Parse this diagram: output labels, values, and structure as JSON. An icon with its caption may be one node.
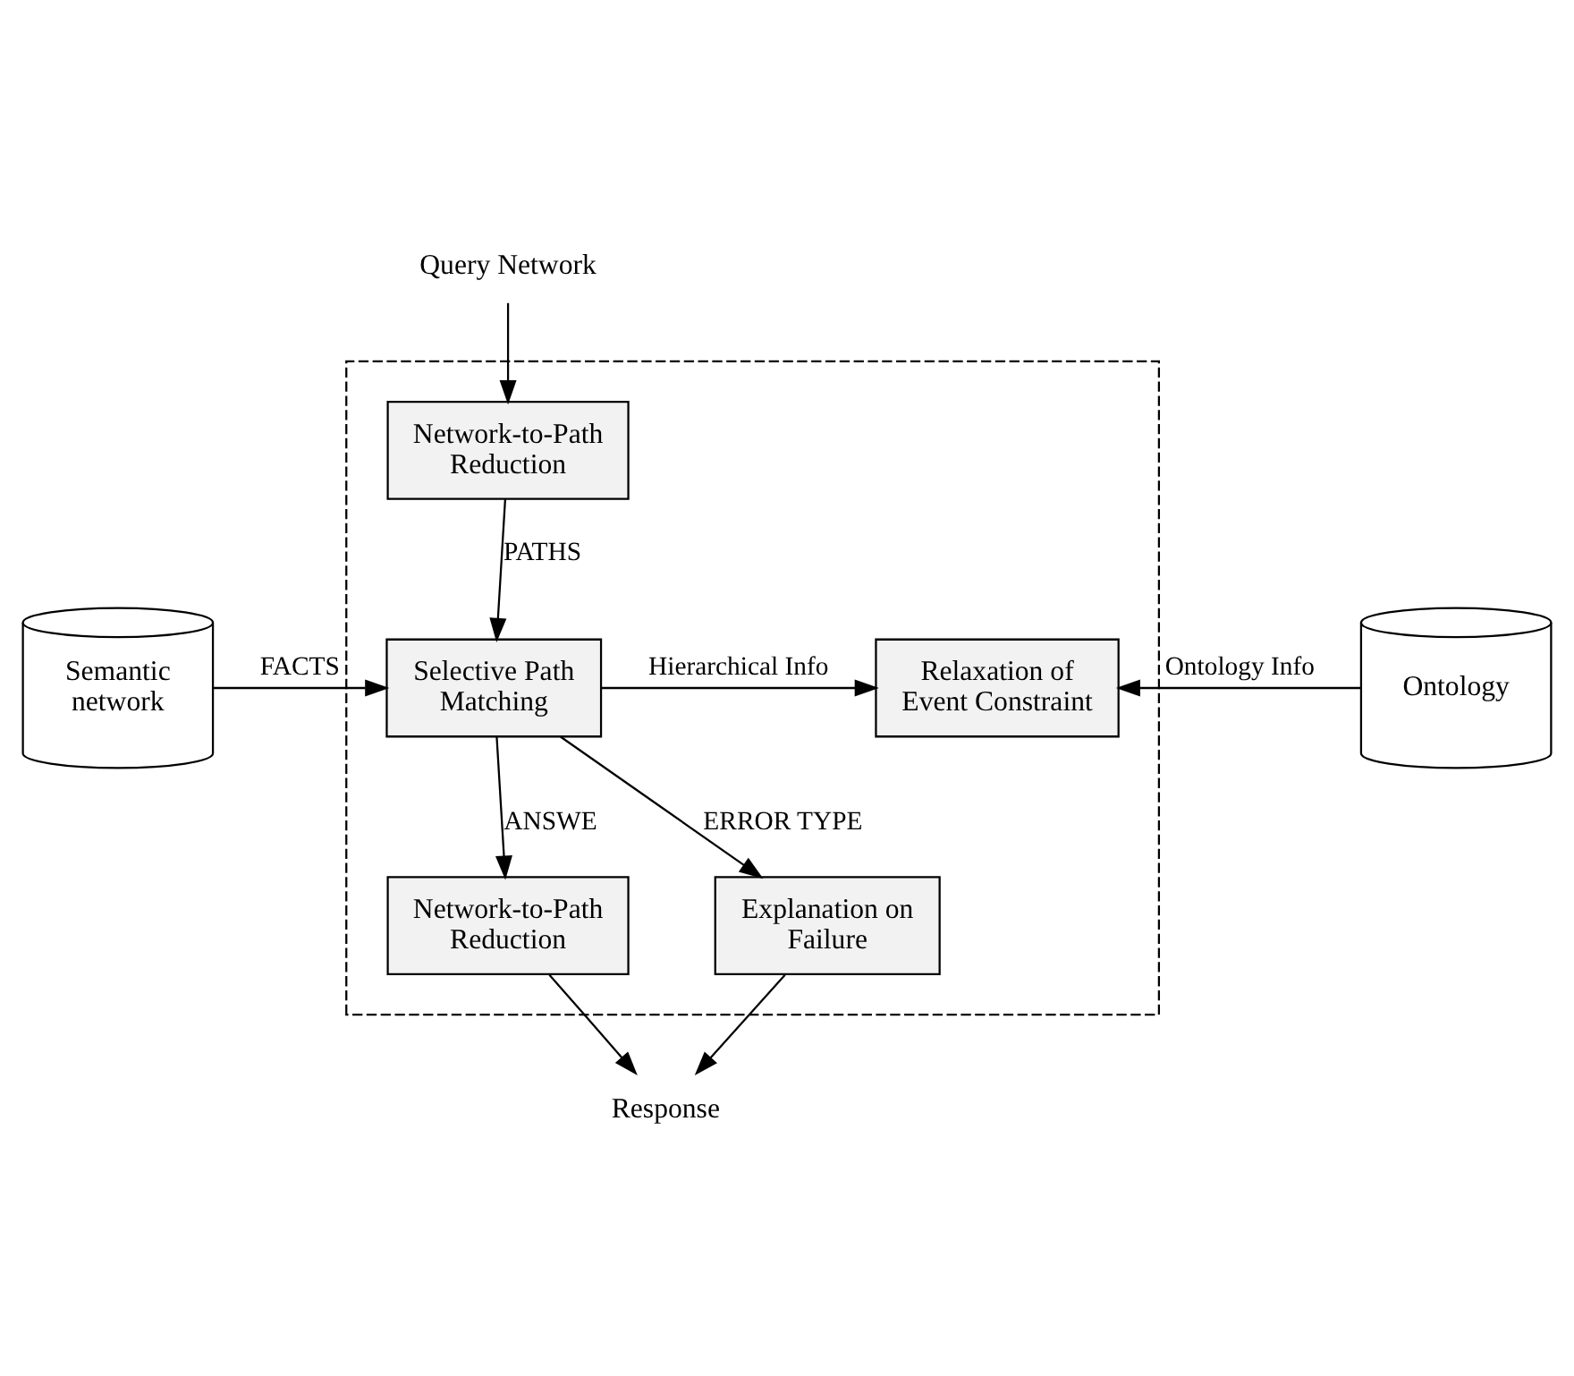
{
  "diagram": {
    "nodes": [
      {
        "text": [],
        "shape": "box"
      },
      {
        "text": [
          "Query Network"
        ]
      },
      {
        "text": [
          "Network-to-Path Reduction"
        ],
        "in": 0
      },
      {
        "text": [
          "Semantic network"
        ]
      },
      {
        "text": [
          "Selective Path Matching"
        ],
        "in": 0
      },
      {
        "text": [
          "Relaxation of Event Constraint"
        ],
        "in": 0
      },
      {
        "text": [
          "Ontology"
        ]
      },
      {
        "text": [
          "Network-to-Path Reduction"
        ],
        "in": 0
      },
      {
        "text": [
          "Explanation on Failure"
        ],
        "in": 0
      },
      {
        "text": [
          "Response"
        ]
      }
    ],
    "edges": [
      {
        "from": 1,
        "to": 2,
        "arrow": "to"
      },
      {
        "from": 2,
        "to": 4,
        "arrow": "to",
        "label": "PATHS"
      },
      {
        "from": 3,
        "to": 4,
        "arrow": "to",
        "label": "FACTS"
      },
      {
        "from": 4,
        "to": 5,
        "arrow": "to",
        "label": "Hierarchical Info"
      },
      {
        "from": 6,
        "to": 5,
        "arrow": "to",
        "label": "Ontology Info"
      },
      {
        "from": 4,
        "to": 7,
        "arrow": "to",
        "label": "ANSWE"
      },
      {
        "from": 4,
        "to": 8,
        "arrow": "to",
        "label": "ERROR TYPE"
      },
      {
        "from": 7,
        "to": 9,
        "arrow": "to"
      },
      {
        "from": 8,
        "to": 9,
        "arrow": "to"
      }
    ]
  }
}
